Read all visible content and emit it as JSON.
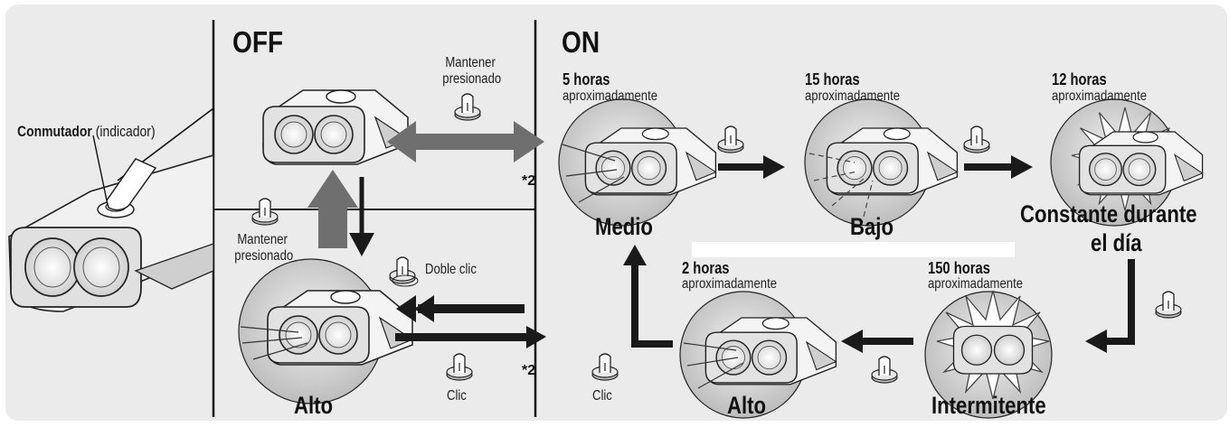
{
  "sections": {
    "off": "OFF",
    "on": "ON"
  },
  "switch_label": {
    "bold": "Conmutador",
    "rest": "(indicador)"
  },
  "actions": {
    "hold_top": [
      "Mantener",
      "presionado"
    ],
    "hold_left": [
      "Mantener",
      "presionado"
    ],
    "double_click": "Doble clic",
    "click_off": "Clic",
    "click_on": "Clic"
  },
  "footnote_marks": [
    "*2",
    "*2"
  ],
  "modes": {
    "off_alto": "Alto",
    "medio": {
      "hours": "5 horas",
      "approx": "aproximadamente",
      "label": "Medio"
    },
    "bajo": {
      "hours": "15 horas",
      "approx": "aproximadamente",
      "label": "Bajo"
    },
    "constante": {
      "hours": "12 horas",
      "approx": "aproximadamente",
      "label_line1": "Constante durante",
      "label_line2": "el día"
    },
    "intermitente": {
      "hours": "150 horas",
      "approx": "aproximadamente",
      "label": "Intermitente"
    },
    "alto_on": {
      "hours": "2 horas",
      "approx": "aproximadamente",
      "label": "Alto"
    }
  },
  "colors": {
    "panel": "#ebebeb",
    "arrow_dark": "#1a1a1a",
    "arrow_gray": "#6f6f6f",
    "circle": "#c9c9c9"
  }
}
